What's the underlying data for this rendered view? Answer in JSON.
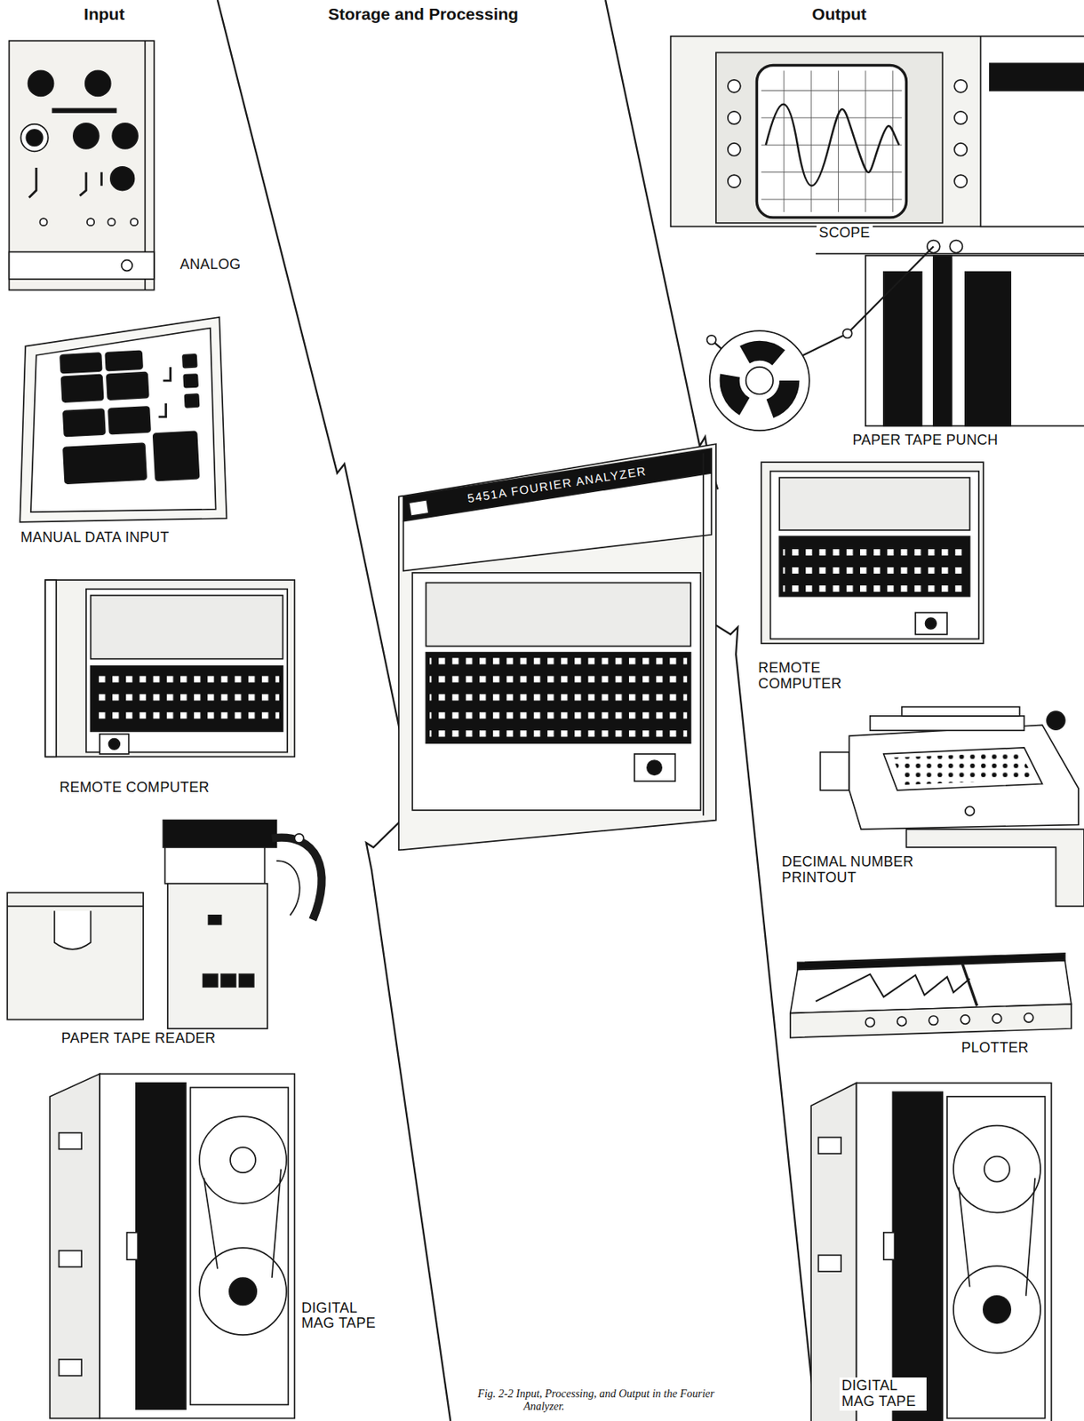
{
  "diagram": {
    "caption": "Fig. 2-2 Input, Processing, and Output in the Fourier Analyzer.",
    "nodes": [
      {
        "text": [
          "ANALOG"
        ]
      },
      {
        "text": [
          "MANUAL DATA INPUT"
        ]
      },
      {
        "text": [
          "REMOTE COMPUTER"
        ]
      },
      {
        "text": [
          "PAPER TAPE READER"
        ]
      },
      {
        "text": [
          "DIGITAL MAG TAPE"
        ]
      },
      {
        "text": [
          "5451A FOURIER ANALYZER"
        ]
      },
      {
        "text": [
          "SCOPE"
        ]
      },
      {
        "text": [
          "PAPER TAPE PUNCH"
        ]
      },
      {
        "text": [
          "REMOTE COMPUTER"
        ]
      },
      {
        "text": [
          "DECIMAL NUMBER PRINTOUT"
        ]
      },
      {
        "text": [
          "PLOTTER"
        ]
      },
      {
        "text": [
          "DIGITAL MAG TAPE"
        ]
      }
    ],
    "labels": [
      "Input",
      "Storage and Processing",
      "Output"
    ]
  }
}
